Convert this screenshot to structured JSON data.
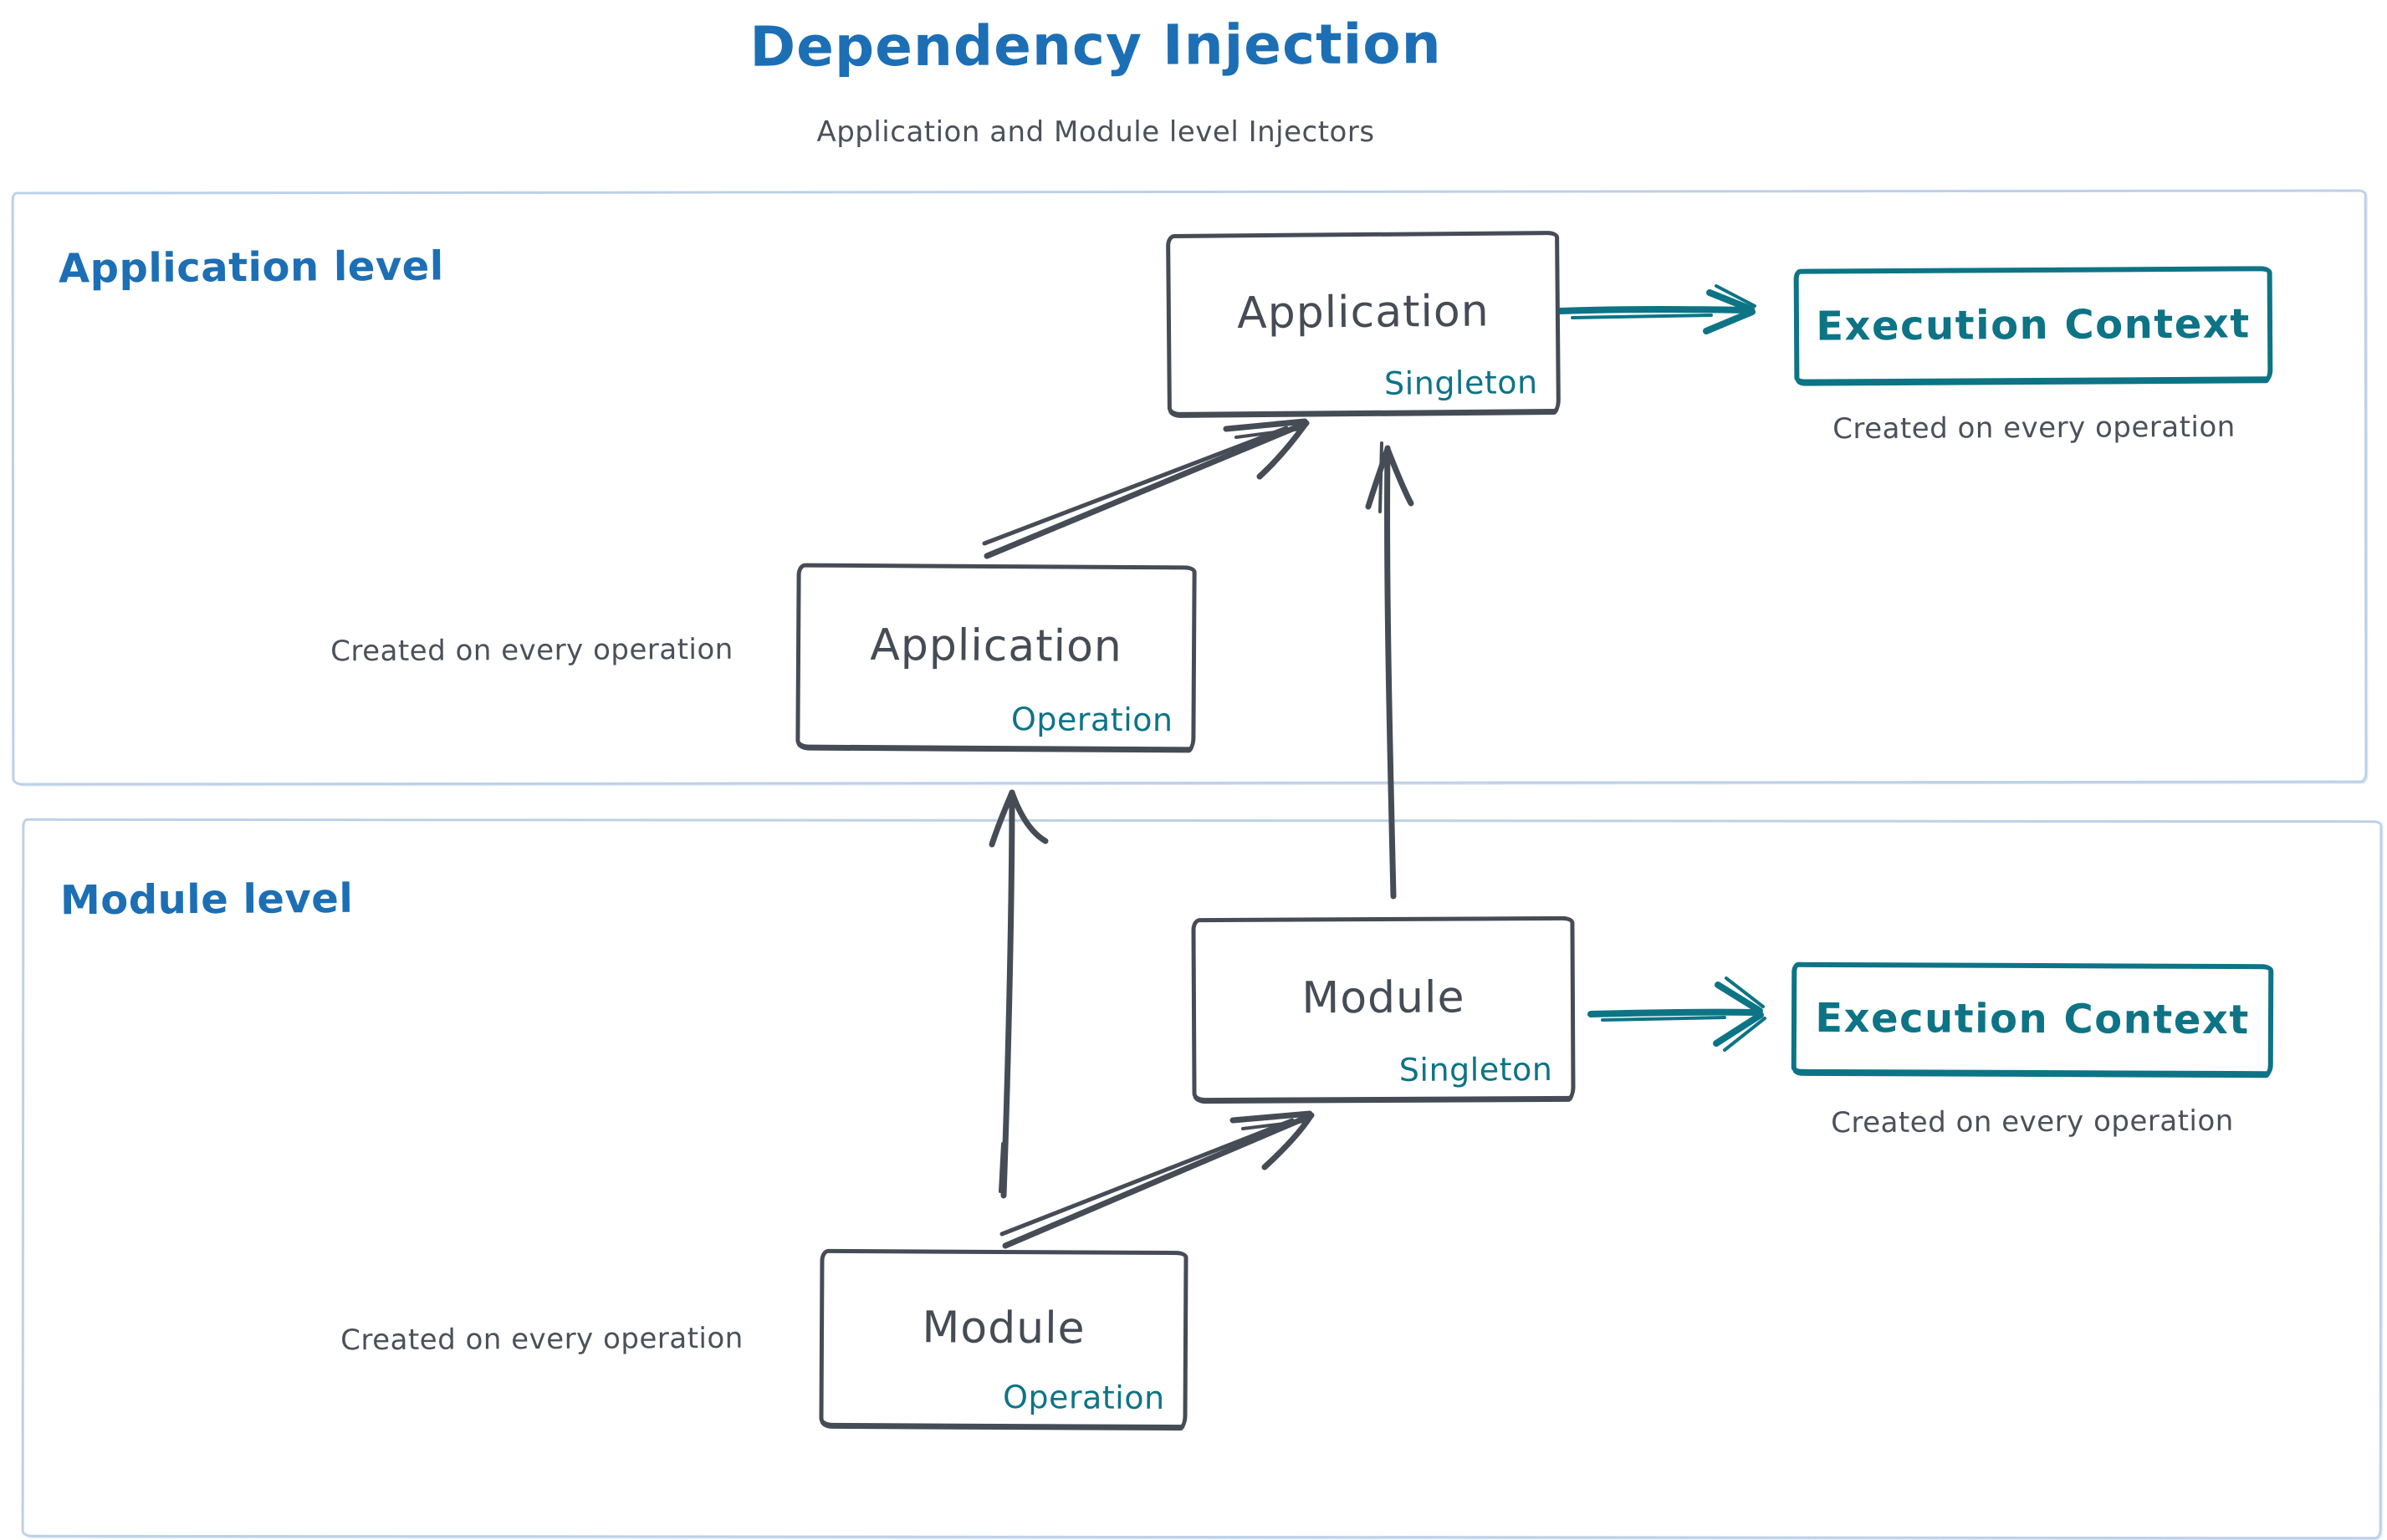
{
  "title": "Dependency Injection",
  "subtitle": "Application and Module level Injectors",
  "colors": {
    "accent_blue": "#1c6fb5",
    "ink": "#454c55",
    "teal": "#0d7486",
    "panel_frame": "#bdd1e7"
  },
  "application_level": {
    "label": "Application level",
    "singleton_box": {
      "name": "Application",
      "scope": "Singleton"
    },
    "operation_box": {
      "name": "Application",
      "scope": "Operation"
    },
    "operation_caption": "Created on every operation",
    "execution_context": {
      "label": "Execution Context",
      "caption": "Created on every operation"
    }
  },
  "module_level": {
    "label": "Module level",
    "singleton_box": {
      "name": "Module",
      "scope": "Singleton"
    },
    "operation_box": {
      "name": "Module",
      "scope": "Operation"
    },
    "operation_caption": "Created on every operation",
    "execution_context": {
      "label": "Execution Context",
      "caption": "Created on every operation"
    }
  }
}
